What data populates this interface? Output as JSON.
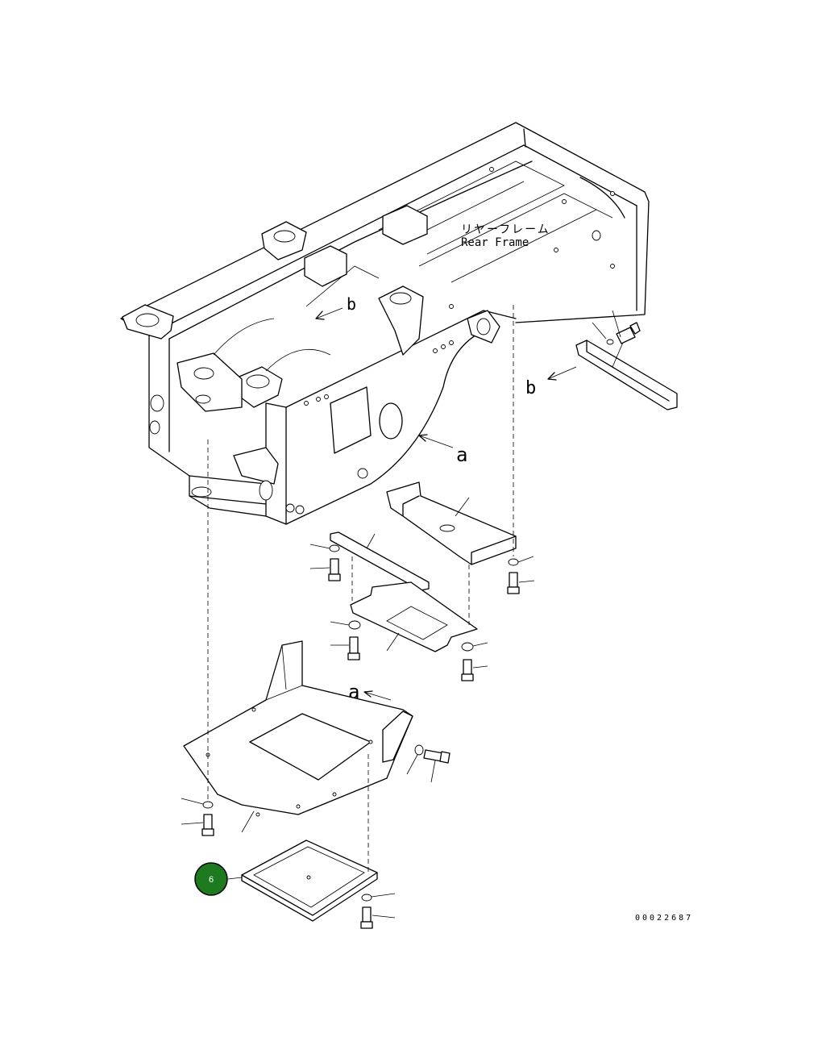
{
  "labels": {
    "part_name_jp": "リヤーフレーム",
    "part_name_en": "Rear Frame",
    "ref_a_1": "a",
    "ref_a_2": "a",
    "ref_b_1": "b",
    "ref_b_2": "b"
  },
  "callout": {
    "number": "6",
    "color": "#1e7a1e"
  },
  "drawing_number": "00022687"
}
